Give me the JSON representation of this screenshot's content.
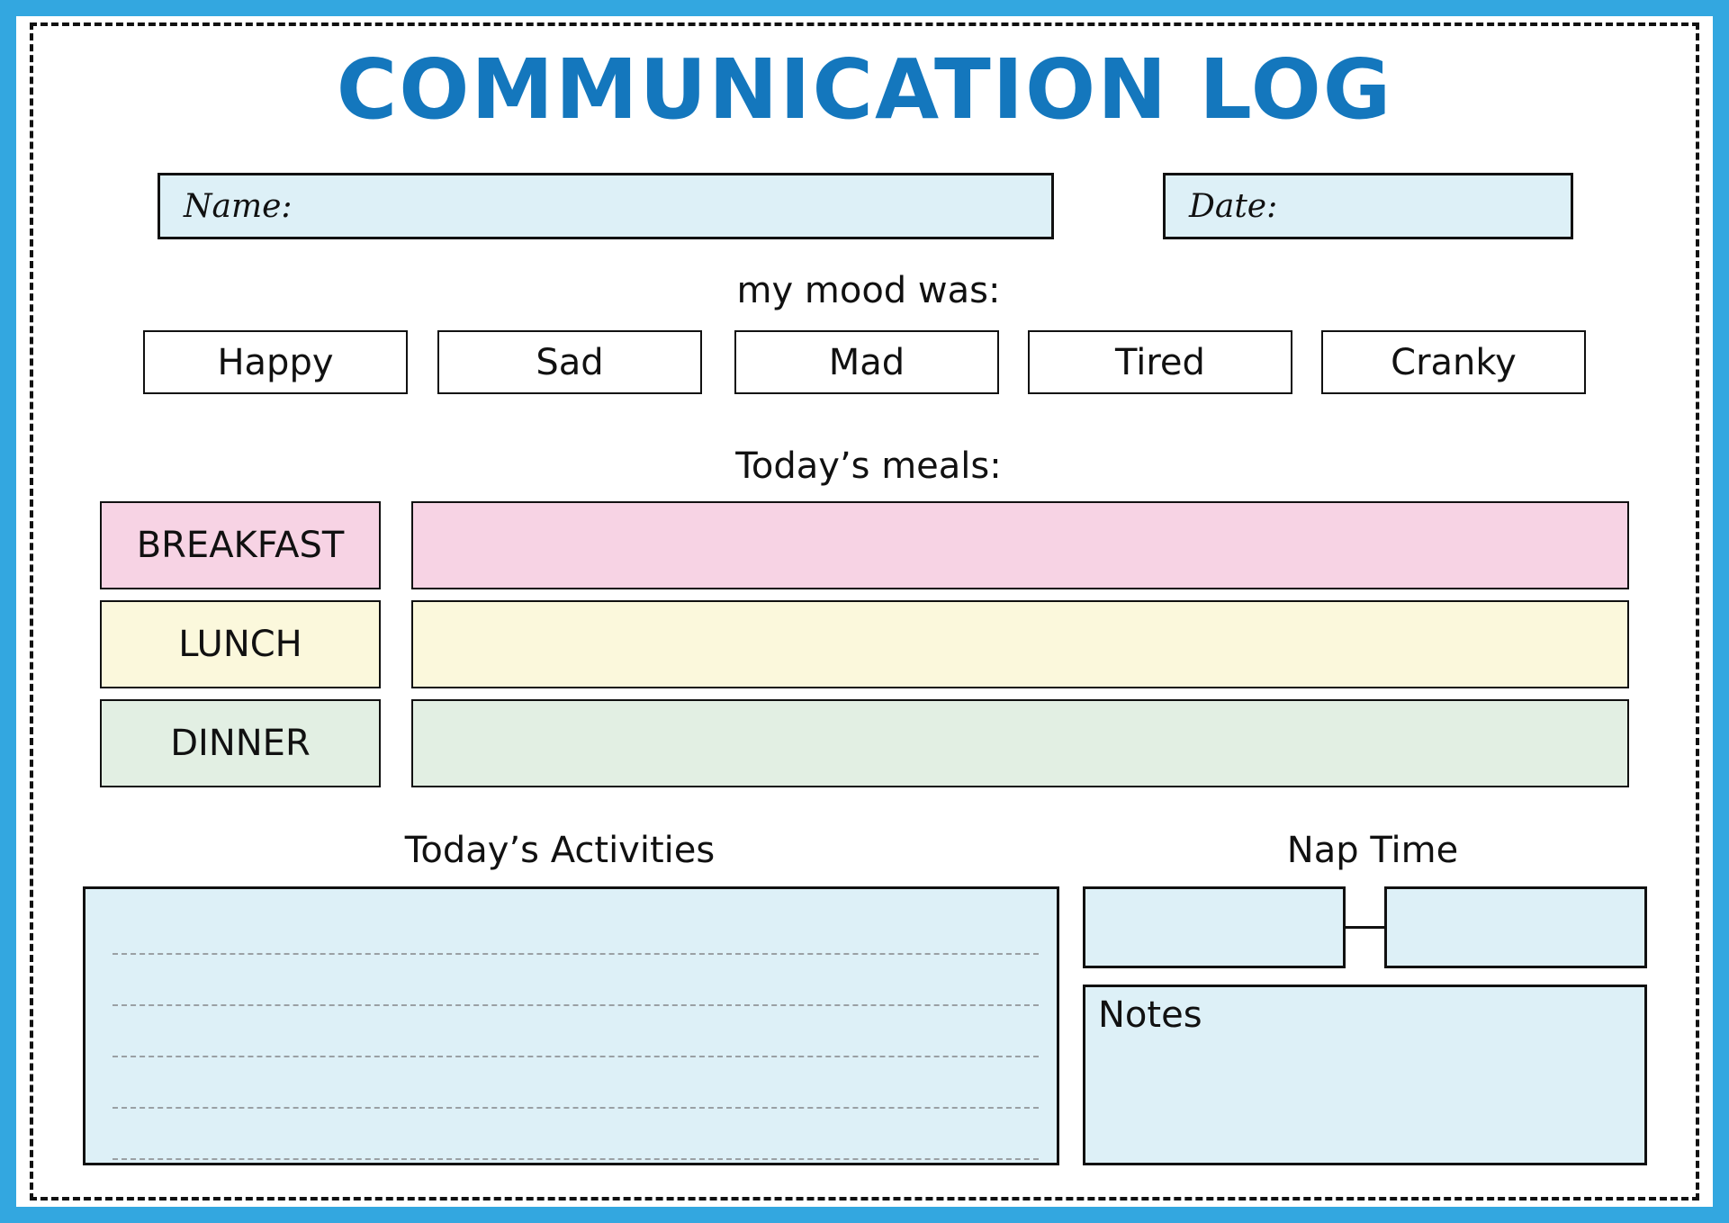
{
  "title": "COMMUNICATION LOG",
  "name_label": "Name:",
  "date_label": "Date:",
  "mood_label": "my mood was:",
  "moods": [
    "Happy",
    "Sad",
    "Mad",
    "Tired",
    "Cranky"
  ],
  "meals_label": "Today’s meals:",
  "meals": [
    {
      "label": "BREAKFAST",
      "color": "#f7d3e4"
    },
    {
      "label": "LUNCH",
      "color": "#fbf8dc"
    },
    {
      "label": "DINNER",
      "color": "#e2efe3"
    }
  ],
  "activities_label": "Today’s Activities",
  "nap_label": "Nap Time",
  "notes_label": "Notes",
  "colors": {
    "border": "#33a7e0",
    "title": "#1477bd",
    "field_fill": "#ddf0f7"
  }
}
